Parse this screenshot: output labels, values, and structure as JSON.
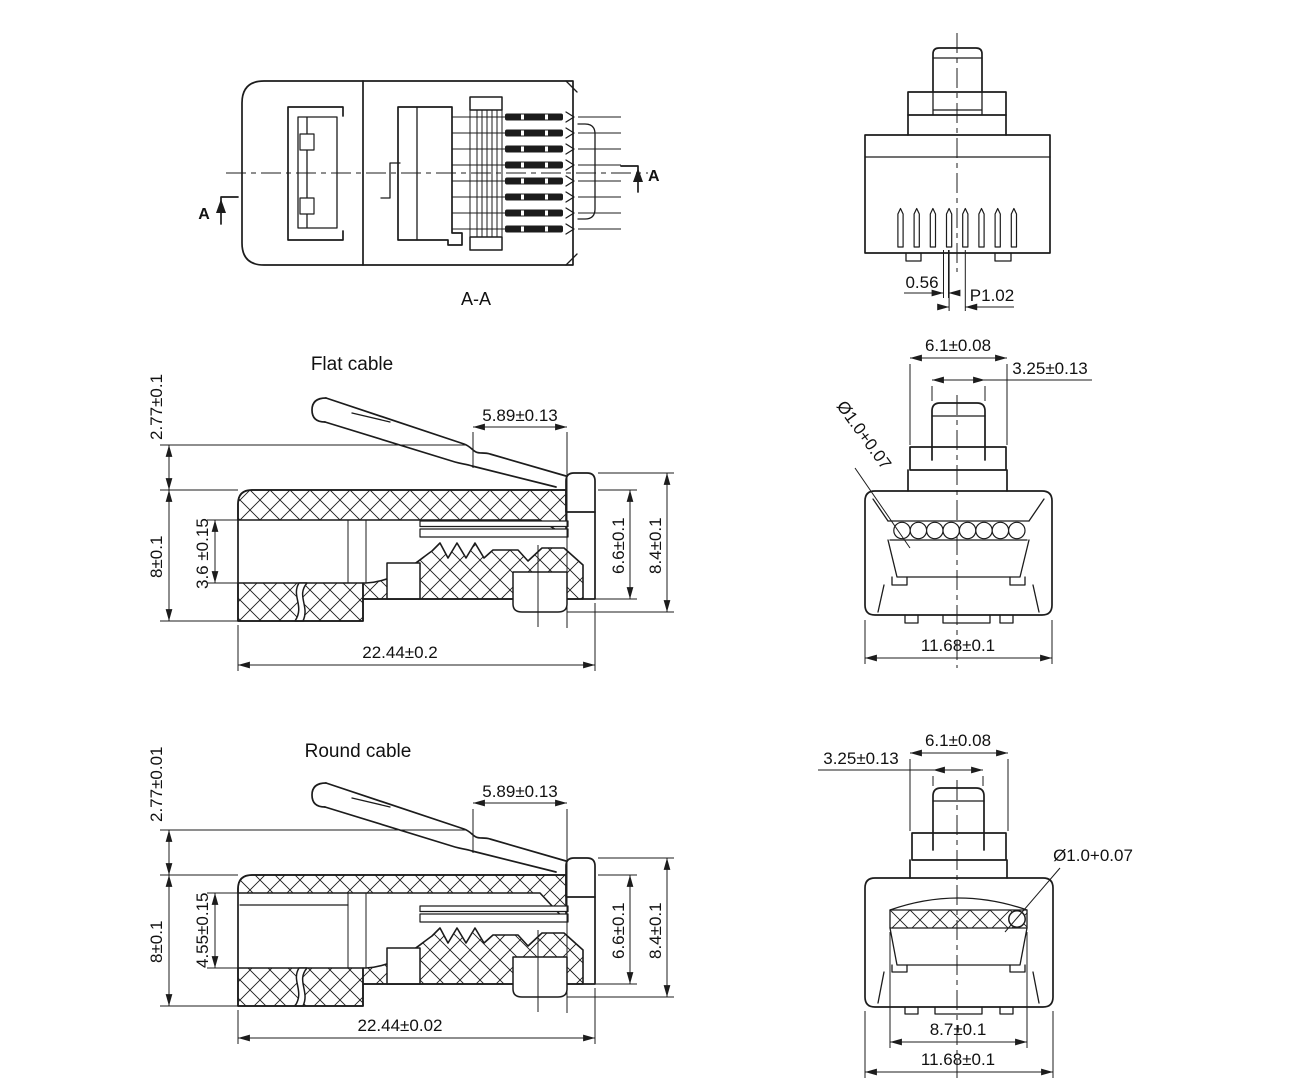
{
  "section_view": {
    "label": "A-A",
    "cut_label_left": "A",
    "cut_label_right": "A"
  },
  "front_view": {
    "pin_width": "0.56",
    "pin_pitch": "P1.02"
  },
  "flat": {
    "title": "Flat cable",
    "dim_latch_height": "2.77±0.1",
    "dim_body_height": "8±0.1",
    "dim_cavity_height": "3.6 ±0.15",
    "dim_contact_offset": "5.89±0.13",
    "dim_rear_height": "6.6±0.1",
    "dim_total_height": "8.4±0.1",
    "dim_length": "22.44±0.2"
  },
  "flat_rear": {
    "dim_tab_width": "6.1±0.08",
    "dim_latch_width": "3.25±0.13",
    "dim_wire_diameter": "Ø1.0+0.07",
    "dim_body_width": "11.68±0.1"
  },
  "round": {
    "title": "Round cable",
    "dim_latch_height": "2.77±0.01",
    "dim_body_height": "8±0.1",
    "dim_cavity_height": "4.55±0.15",
    "dim_contact_offset": "5.89±0.13",
    "dim_rear_height": "6.6±0.1",
    "dim_total_height": "8.4±0.1",
    "dim_length": "22.44±0.02"
  },
  "round_rear": {
    "dim_tab_width": "6.1±0.08",
    "dim_latch_width": "3.25±0.13",
    "dim_wire_diameter": "Ø1.0+0.07",
    "dim_cavity_width": "8.7±0.1",
    "dim_body_width": "11.68±0.1"
  }
}
